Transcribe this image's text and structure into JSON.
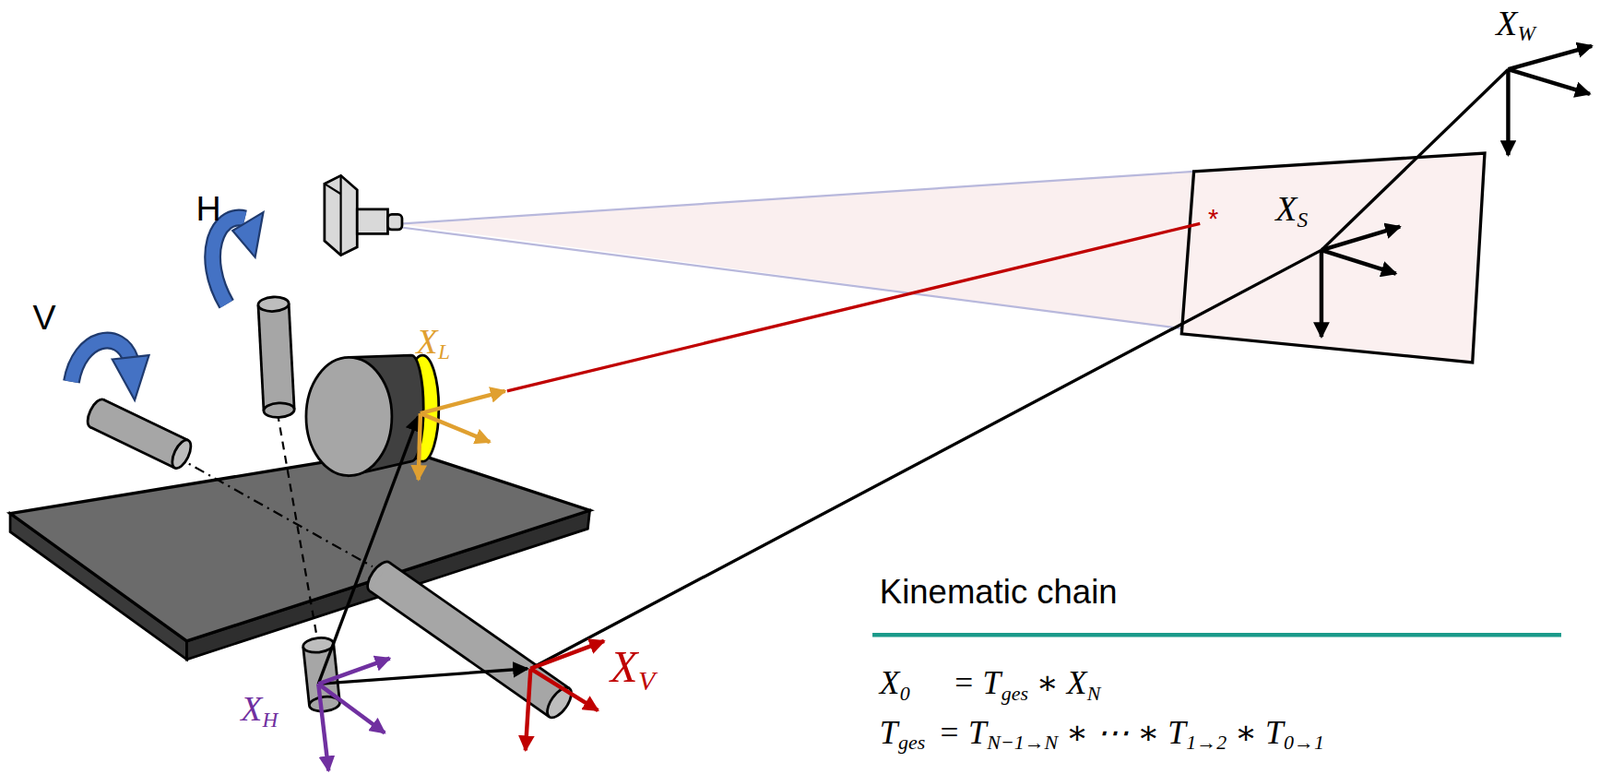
{
  "diagram": {
    "labels": [
      "H",
      "V",
      "X",
      "L",
      "X",
      "S",
      "X",
      "W",
      "X",
      "H",
      "X",
      "V",
      "*",
      "Kinematic chain",
      "X",
      "0",
      "= T",
      "ges",
      "∗ X",
      "N",
      "T",
      "ges",
      "= T",
      "N−1→N",
      "∗ ⋯ ∗ T",
      "1→2",
      "∗ T",
      "0→1"
    ]
  }
}
